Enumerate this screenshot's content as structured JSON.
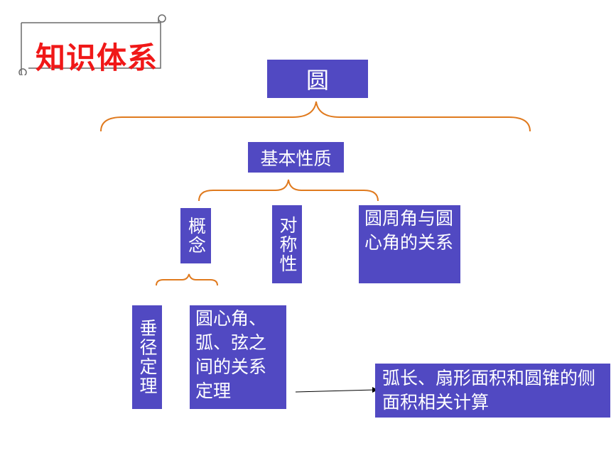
{
  "title": "知识体系",
  "root": "圆",
  "level1": "基本性质",
  "level2": {
    "concept": "概念",
    "symmetry": "对称性",
    "inscribed": "圆周角与圆心角的关系"
  },
  "level3": {
    "perpendicular": "垂径定理",
    "arcs": "圆心角、弧、弦之间的关系定理"
  },
  "side": "弧长、扇形面积和圆锥的侧面积相关计算",
  "colors": {
    "node_fill": "#5149c2",
    "brace": "#e07a1e",
    "title": "#f01818"
  }
}
